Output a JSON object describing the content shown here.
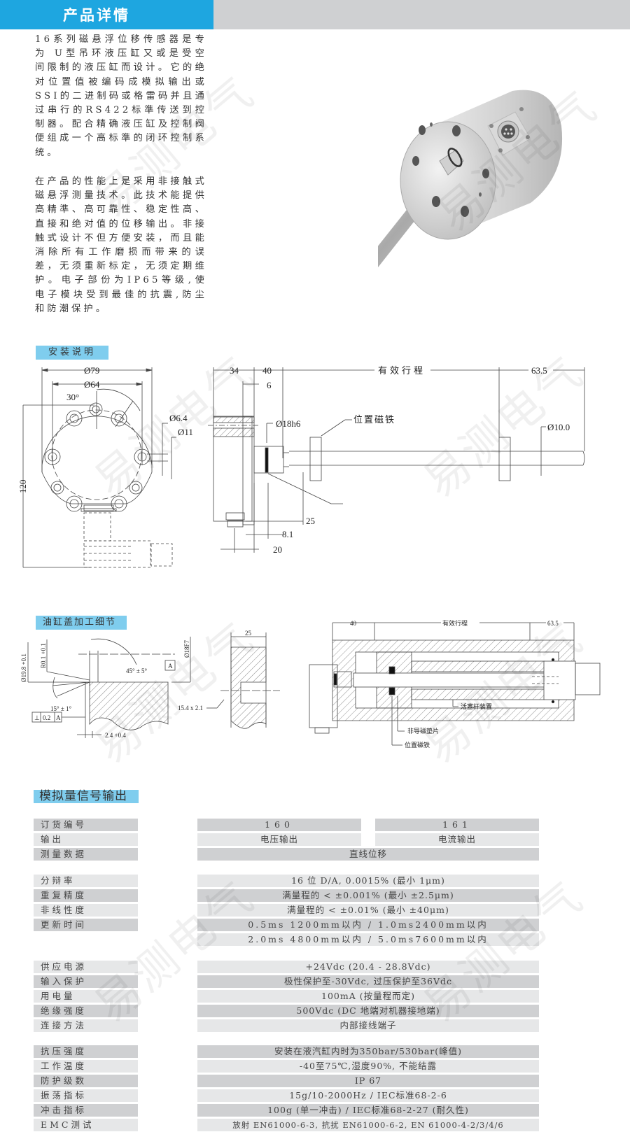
{
  "header": {
    "title": "产品详情"
  },
  "intro": {
    "paragraph1": "16系列磁悬浮位移传感器是专为 U型吊环液压缸又或是受空间限制的液压缸而设计。它的绝对位置值被编码成模拟输出或SSI的二进制码或格雷码并且通过串行的RS422标準传送到控制器。配合精确液压缸及控制阀便组成一个高标準的闭环控制系统。",
    "paragraph2": "在产品的性能上是采用非接触式磁悬浮测量技术。此技术能提供高精準、高可靠性、稳定性高、直接和绝对值的位移输出。非接触式设计不但方便安装，而且能消除所有工作磨损而带来的误差，无须重新标定，无须定期维护。电子部份为IP65等级,使电子模块受到最佳的抗震,防尘和防潮保护。"
  },
  "watermark": "易测电气",
  "install": {
    "tag": "安装说明",
    "front_view": {
      "outer_dia": "Ø79",
      "bolt_circle": "Ø64",
      "angle": "30°",
      "hole_dia": "Ø6.4",
      "counterbore_dia": "Ø11",
      "height": "120"
    },
    "side_view": {
      "dim_34": "34",
      "dim_40": "40",
      "stroke_label": "有效行程",
      "dim_63_5": "63.5",
      "dim_6": "6",
      "shaft_fit": "Ø18h6",
      "magnet_label": "位置磁铁",
      "rod_dia": "Ø10.0",
      "dim_25": "25",
      "dim_8_1": "8.1",
      "dim_20": "20"
    }
  },
  "cylinder": {
    "tag": "油缸盖加工细节",
    "detail": {
      "dia_19_8": "Ø19.8 +0.1",
      "radius": "R0.1 +0.1",
      "bore_fit": "Ø18F7",
      "angle_45": "45° ± 5°",
      "datum": "A",
      "angle_15": "15° ± 1°",
      "perp_symbol": "⊥",
      "perp_tol": "0.2",
      "perp_datum": "A",
      "depth": "2.4 +0.4",
      "width_25": "25",
      "groove": "15.4 x 2.1"
    },
    "assembly": {
      "dim_40": "40",
      "stroke_label": "有效行程",
      "dim_63_5": "63.5",
      "piston_label": "活塞杆装置",
      "spacer_label": "非导磁垫片",
      "magnet_label": "位置磁铁"
    }
  },
  "specs": {
    "tag": "模拟量信号输出",
    "groups": [
      {
        "rows": [
          {
            "label": "订货编号",
            "values": [
              "160",
              "161"
            ]
          },
          {
            "label": "输出",
            "values": [
              "电压输出",
              "电流输出"
            ]
          },
          {
            "label": "测量数据",
            "values": [
              "直线位移"
            ]
          }
        ]
      },
      {
        "rows": [
          {
            "label": "分辩率",
            "values": [
              "16 位 D/A, 0.0015% (最小 1μm)"
            ]
          },
          {
            "label": "重复精度",
            "values": [
              "满量程的 < ±0.001% (最小 ±2.5μm)"
            ]
          },
          {
            "label": "非线性度",
            "values": [
              "满量程的 < ±0.01% (最小 ±40μm)"
            ]
          },
          {
            "label": "更新时间",
            "values": [
              "0.5ms 1200mm以内 / 1.0ms2400mm以内"
            ]
          },
          {
            "label": "",
            "values": [
              "2.0ms 4800mm以内 / 5.0ms7600mm以内"
            ]
          }
        ]
      },
      {
        "rows": [
          {
            "label": "供应电源",
            "values": [
              "+24Vdc (20.4 - 28.8Vdc)"
            ]
          },
          {
            "label": "输入保护",
            "values": [
              "极性保护至-30Vdc, 过压保护至36Vdc"
            ]
          },
          {
            "label": "用电量",
            "values": [
              "100mA (按量程而定)"
            ]
          },
          {
            "label": "绝缘强度",
            "values": [
              "500Vdc (DC 地端对机器接地端)"
            ]
          },
          {
            "label": "连接方法",
            "values": [
              "内部接线端子"
            ]
          }
        ]
      },
      {
        "rows": [
          {
            "label": "抗压强度",
            "values": [
              "安装在液汽缸内时为350bar/530bar(峰值)"
            ]
          },
          {
            "label": "工作温度",
            "values": [
              "-40至75℃,湿度90%, 不能结露"
            ]
          },
          {
            "label": "防护级数",
            "values": [
              "IP 67"
            ]
          },
          {
            "label": "振荡指标",
            "values": [
              "15g/10-2000Hz / IEC标准68-2-6"
            ]
          },
          {
            "label": "冲击指标",
            "values": [
              "100g (单一冲击) / IEC标准68-2-27 (耐久性)"
            ]
          },
          {
            "label": "EMC测试",
            "values": [
              "放射 EN61000-6-3, 抗扰 EN61000-6-2, EN 61000-4-2/3/4/6"
            ]
          }
        ]
      }
    ]
  }
}
